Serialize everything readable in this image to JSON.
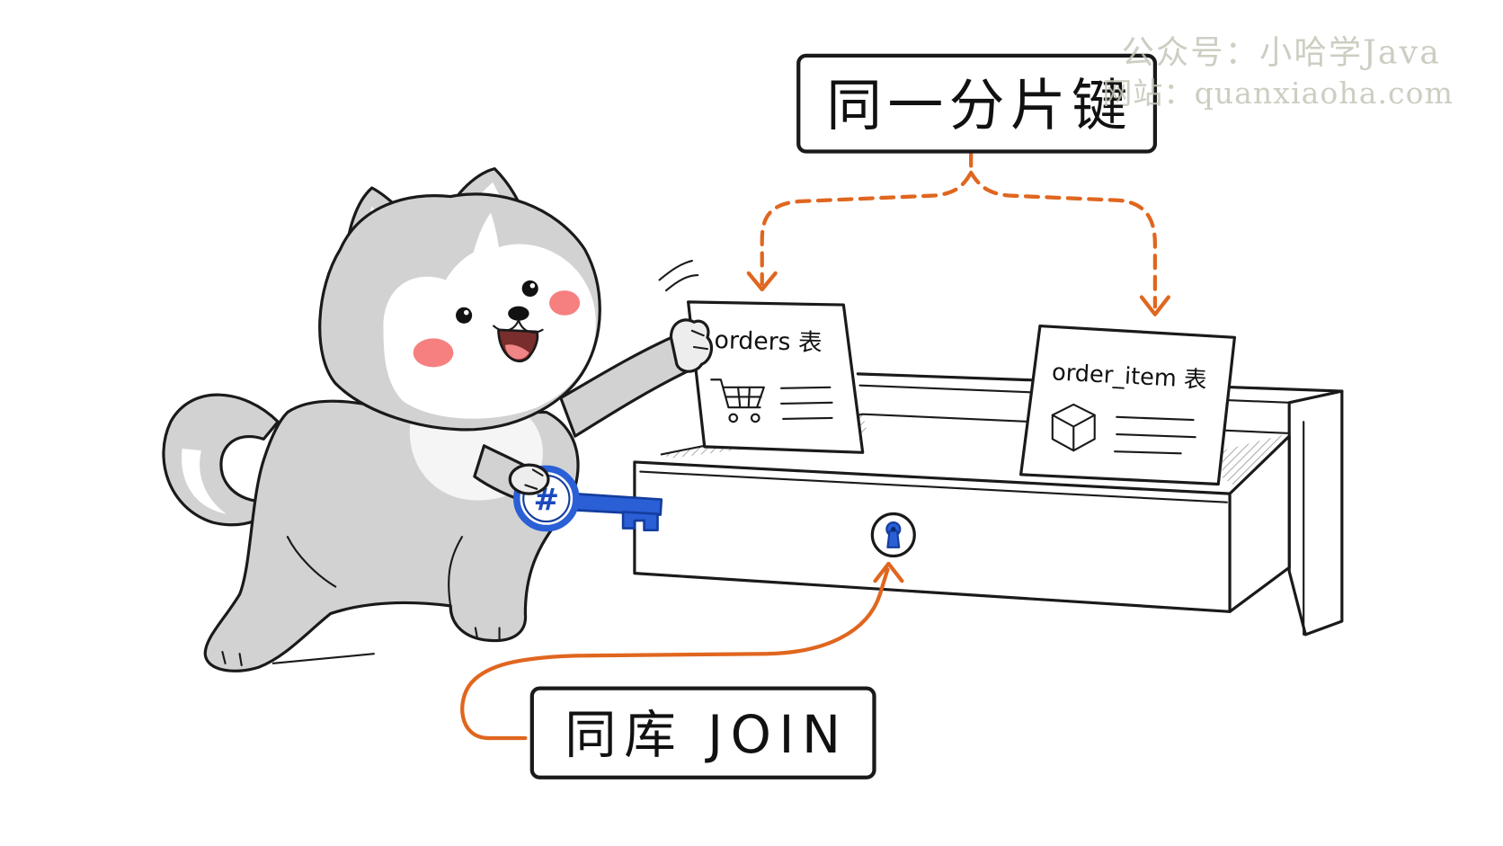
{
  "watermark": {
    "line1": "公众号：小哈学Java",
    "line2": "网站：quanxiaoha.com"
  },
  "labels": {
    "shard_key": "同一分片键",
    "same_db_join": "同库 JOIN"
  },
  "tables": [
    {
      "name": "orders 表",
      "icon": "shopping-cart-icon"
    },
    {
      "name": "order_item 表",
      "icon": "cube-icon"
    }
  ],
  "key": {
    "symbol": "#",
    "icon": "key-icon"
  },
  "drawer": {
    "lock_icon": "keyhole-icon"
  },
  "colors": {
    "accent_orange": "#e0661f",
    "key_blue": "#2a5fd6",
    "ink": "#1a1a1a",
    "fur_grey": "#d2d2d2",
    "blush_pink": "#f46a6a",
    "watermark_grey": "#c5c5b8"
  }
}
